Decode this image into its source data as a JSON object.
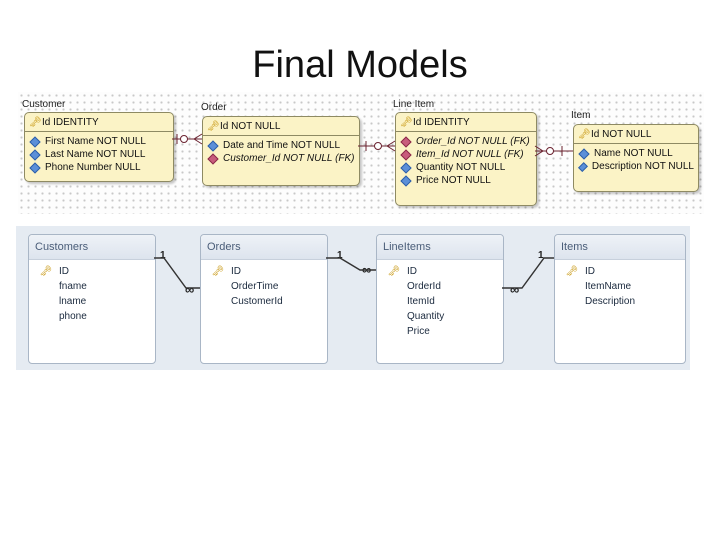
{
  "title": "Final Models",
  "er": {
    "entities": [
      {
        "name": "Customer",
        "pk": "Id  IDENTITY",
        "columns": [
          {
            "text": "First Name  NOT NULL",
            "fk": false
          },
          {
            "text": "Last Name  NOT NULL",
            "fk": false
          },
          {
            "text": "Phone Number  NULL",
            "fk": false
          }
        ]
      },
      {
        "name": "Order",
        "pk": "Id  NOT NULL",
        "columns": [
          {
            "text": "Date and Time  NOT NULL",
            "fk": false
          },
          {
            "text": "Customer_Id  NOT NULL (FK)",
            "fk": true
          }
        ]
      },
      {
        "name": "Line Item",
        "pk": "Id  IDENTITY",
        "columns": [
          {
            "text": "Order_Id  NOT NULL (FK)",
            "fk": true
          },
          {
            "text": "Item_Id  NOT NULL (FK)",
            "fk": true
          },
          {
            "text": "Quantity  NOT NULL",
            "fk": false
          },
          {
            "text": "Price  NOT NULL",
            "fk": false
          }
        ]
      },
      {
        "name": "Item",
        "pk": "Id  NOT NULL",
        "columns": [
          {
            "text": "Name  NOT NULL",
            "fk": false
          },
          {
            "text": "Description  NOT NULL",
            "fk": false
          }
        ]
      }
    ]
  },
  "linq": {
    "entities": [
      {
        "name": "Customers",
        "props": [
          "ID",
          "fname",
          "lname",
          "phone"
        ]
      },
      {
        "name": "Orders",
        "props": [
          "ID",
          "OrderTime",
          "CustomerId"
        ]
      },
      {
        "name": "LineItems",
        "props": [
          "ID",
          "OrderId",
          "ItemId",
          "Quantity",
          "Price"
        ]
      },
      {
        "name": "Items",
        "props": [
          "ID",
          "ItemName",
          "Description"
        ]
      }
    ],
    "cardinality": {
      "one": "1",
      "many": "∞"
    }
  },
  "colors": {
    "er_entity_fill": "#fbf3c6",
    "linq_panel_fill": "#e5ebf2",
    "relationship_line": "#6b2230"
  },
  "icons": {
    "primary_key": "key-icon",
    "column": "blue-diamond-icon",
    "foreign_key": "red-diamond-icon"
  }
}
